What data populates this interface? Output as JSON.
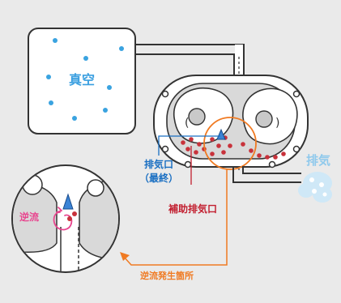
{
  "labels": {
    "vacuum": "真空",
    "exhaust": "排気",
    "outlet_line1": "排気口",
    "outlet_line2": "（最終）",
    "aux_outlet": "補助排気口",
    "backflow": "逆流",
    "backflow_location": "逆流発生箇所"
  },
  "colors": {
    "background": "#eaeaea",
    "panel": "#ffffff",
    "stroke": "#333333",
    "rotor_gray": "#c9c9c9",
    "vacuum_dot": "#3aa3e0",
    "outlet_blue": "#1a6fc2",
    "outlet_icon": "#3b84d6",
    "aux_red": "#c21e2f",
    "red_dot": "#c8323b",
    "backflow_pink": "#e8468f",
    "orange": "#f07a22",
    "vacuum_text": "#3a9fe0",
    "exhaust_text": "#8fc9ec",
    "exhaust_cloud": "#cfe8f7"
  },
  "icons": [
    "vacuum-dots",
    "rotor-left",
    "rotor-right",
    "outlet-marker",
    "exhaust-cloud-icon",
    "backflow-swirl-icon",
    "orange-leader-arrow"
  ]
}
